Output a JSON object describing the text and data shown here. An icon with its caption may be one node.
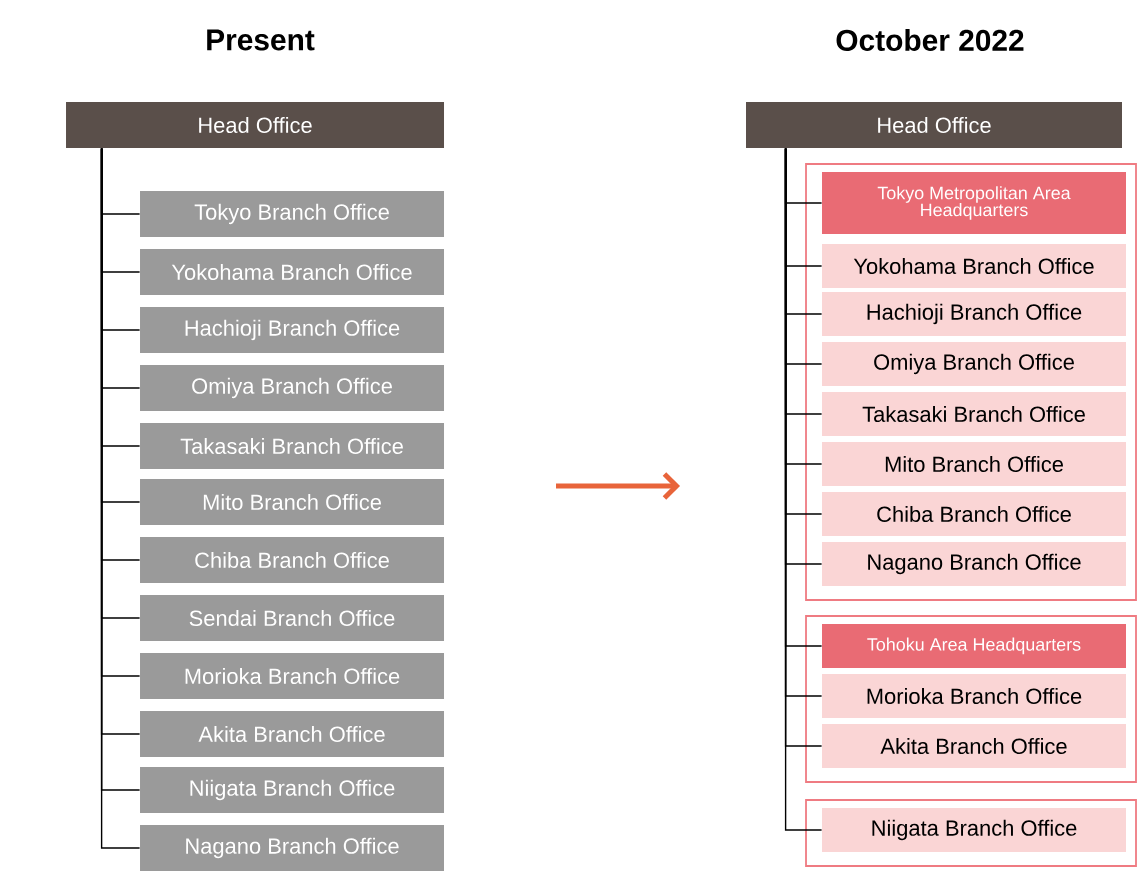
{
  "diagram": {
    "nodes": [
      {
        "text": [
          "Head Office"
        ]
      },
      {
        "text": [
          "Tokyo Branch Office"
        ]
      },
      {
        "text": [
          "Yokohama Branch Office"
        ]
      },
      {
        "text": [
          "Hachioji Branch Office"
        ]
      },
      {
        "text": [
          "Omiya Branch Office"
        ]
      },
      {
        "text": [
          "Takasaki Branch Office"
        ]
      },
      {
        "text": [
          "Mito Branch Office"
        ]
      },
      {
        "text": [
          "Chiba Branch Office"
        ]
      },
      {
        "text": [
          "Sendai Branch Office"
        ]
      },
      {
        "text": [
          "Morioka Branch Office"
        ]
      },
      {
        "text": [
          "Akita Branch Office"
        ]
      },
      {
        "text": [
          "Niigata Branch Office"
        ]
      },
      {
        "text": [
          "Nagano Branch Office"
        ]
      },
      {
        "text": [
          "Head Office"
        ]
      },
      {
        "text": [],
        "shape": "box"
      },
      {
        "text": [
          "Tokyo Metropolitan Area Headquarters"
        ],
        "in": 14
      },
      {
        "text": [
          "Yokohama Branch Office"
        ],
        "in": 14
      },
      {
        "text": [
          "Hachioji Branch Office"
        ],
        "in": 14
      },
      {
        "text": [
          "Omiya Branch Office"
        ],
        "in": 14
      },
      {
        "text": [
          "Takasaki Branch Office"
        ],
        "in": 14
      },
      {
        "text": [
          "Mito Branch Office"
        ],
        "in": 14
      },
      {
        "text": [
          "Chiba Branch Office"
        ],
        "in": 14
      },
      {
        "text": [
          "Nagano Branch Office"
        ],
        "in": 14
      },
      {
        "text": [],
        "shape": "box"
      },
      {
        "text": [
          "Tohoku Area Headquarters"
        ],
        "in": 23
      },
      {
        "text": [
          "Morioka Branch Office"
        ],
        "in": 23
      },
      {
        "text": [
          "Akita Branch Office"
        ],
        "in": 23
      },
      {
        "text": [],
        "shape": "box"
      },
      {
        "text": [
          "Niigata Branch Office"
        ],
        "in": 27
      }
    ],
    "edges": [
      {
        "from": 0,
        "to": 1,
        "arrow": "none"
      },
      {
        "from": 0,
        "to": 2,
        "arrow": "none"
      },
      {
        "from": 0,
        "to": 3,
        "arrow": "none"
      },
      {
        "from": 0,
        "to": 4,
        "arrow": "none"
      },
      {
        "from": 0,
        "to": 5,
        "arrow": "none"
      },
      {
        "from": 0,
        "to": 6,
        "arrow": "none"
      },
      {
        "from": 0,
        "to": 7,
        "arrow": "none"
      },
      {
        "from": 0,
        "to": 8,
        "arrow": "none"
      },
      {
        "from": 0,
        "to": 9,
        "arrow": "none"
      },
      {
        "from": 0,
        "to": 10,
        "arrow": "none"
      },
      {
        "from": 0,
        "to": 11,
        "arrow": "none"
      },
      {
        "from": 0,
        "to": 12,
        "arrow": "none"
      },
      {
        "from": 13,
        "to": 15,
        "arrow": "none"
      },
      {
        "from": 13,
        "to": 16,
        "arrow": "none"
      },
      {
        "from": 13,
        "to": 17,
        "arrow": "none"
      },
      {
        "from": 13,
        "to": 18,
        "arrow": "none"
      },
      {
        "from": 13,
        "to": 19,
        "arrow": "none"
      },
      {
        "from": 13,
        "to": 20,
        "arrow": "none"
      },
      {
        "from": 13,
        "to": 21,
        "arrow": "none"
      },
      {
        "from": 13,
        "to": 22,
        "arrow": "none"
      },
      {
        "from": 13,
        "to": 24,
        "arrow": "none"
      },
      {
        "from": 13,
        "to": 25,
        "arrow": "none"
      },
      {
        "from": 13,
        "to": 26,
        "arrow": "none"
      },
      {
        "from": 13,
        "to": 28,
        "arrow": "none"
      }
    ],
    "labels": [
      "Present",
      "October 2022"
    ]
  }
}
